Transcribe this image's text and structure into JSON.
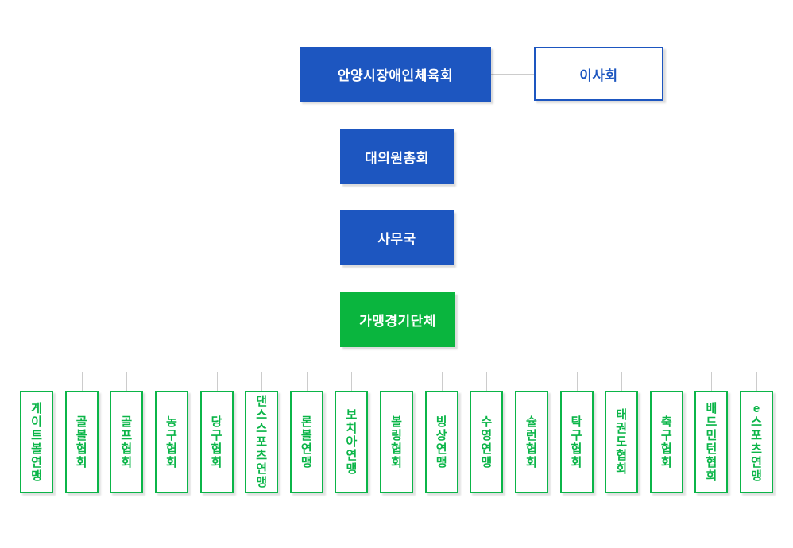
{
  "org_chart": {
    "title": "안양시장애인체육회",
    "board": "이사회",
    "assembly": "대의원총회",
    "office": "사무국",
    "affiliate_group": "가맹경기단체",
    "affiliates": [
      "게이트볼연맹",
      "골볼협회",
      "골프협회",
      "농구협회",
      "당구협회",
      "댄스스포츠연맹",
      "론볼연맹",
      "보치아연맹",
      "볼링협회",
      "빙상연맹",
      "수영연맹",
      "슐런협회",
      "탁구협회",
      "태권도협회",
      "축구협회",
      "배드민턴협회",
      "e스포츠연맹"
    ],
    "colors": {
      "primary_blue": "#1d56c0",
      "green": "#0ab53e",
      "green_border": "#0bb548",
      "connector": "#cccccc",
      "background": "#ffffff"
    }
  }
}
